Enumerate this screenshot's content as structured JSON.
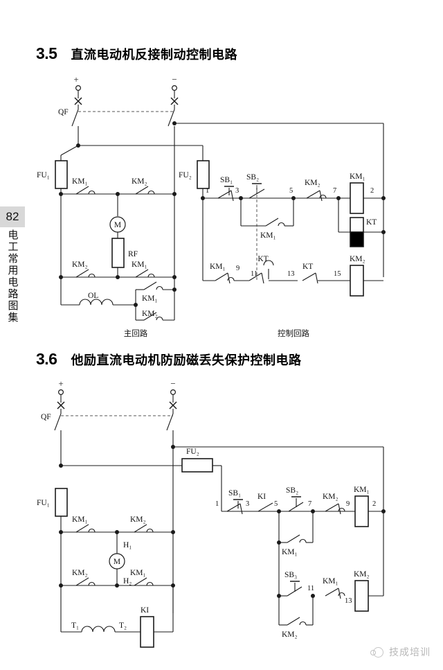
{
  "page": {
    "number": "82",
    "book_title": "电工常用电路图集"
  },
  "watermark": {
    "text": "技成培训",
    "logo_icon": "cloud-logo-icon"
  },
  "sections": [
    {
      "id": "3.5",
      "number": "3.5",
      "title": "直流电动机反接制动控制电路",
      "diagram": {
        "type": "ladder-schematic",
        "subcaptions": [
          "主回路",
          "控制回路"
        ],
        "supply": {
          "positive": "+",
          "negative": "−",
          "breaker": "QF"
        },
        "main_circuit": {
          "fuses": [
            "FU₁",
            "FU₂"
          ],
          "row1_contacts": [
            "KM₁",
            "KM₂"
          ],
          "row2_contacts": [
            "KM₂",
            "KM₁"
          ],
          "motor": "M",
          "resistor": "RF",
          "overload_coil": "OL",
          "bypass_contacts": [
            "KM₁",
            "KM₂"
          ]
        },
        "control_circuit": {
          "rung1": {
            "nodes": [
              "1",
              "3",
              "5",
              "7",
              "2"
            ],
            "elements": [
              "SB₁",
              "SB₂",
              "KM₂",
              "KM₁"
            ],
            "seal_in": "KM₁",
            "timer_coil": "KT"
          },
          "rung2": {
            "nodes": [
              "9",
              "11",
              "13",
              "15"
            ],
            "elements": [
              "KM₁",
              "KT",
              "KT",
              "KM₂"
            ]
          }
        }
      }
    },
    {
      "id": "3.6",
      "number": "3.6",
      "title": "他励直流电动机防励磁丢失保护控制电路",
      "diagram": {
        "type": "ladder-schematic",
        "supply": {
          "positive": "+",
          "negative": "−",
          "breaker": "QF"
        },
        "main_circuit": {
          "fuses": [
            "FU₁",
            "FU₂"
          ],
          "row1_contacts": [
            "KM₁",
            "KM₂"
          ],
          "row2_contacts": [
            "KM₂",
            "KM₁"
          ],
          "motor": "M",
          "motor_terminals": [
            "H₁",
            "H₂"
          ],
          "field_terminals": [
            "T₁",
            "T₂"
          ],
          "field_relay": "KI"
        },
        "control_circuit": {
          "rung1": {
            "nodes": [
              "1",
              "3",
              "5",
              "7",
              "9",
              "2"
            ],
            "elements": [
              "SB₁",
              "KI",
              "SB₂",
              "KM₂",
              "KM₁"
            ],
            "seal_in": "KM₁"
          },
          "rung2": {
            "nodes": [
              "11",
              "13"
            ],
            "elements": [
              "SB₃",
              "KM₁",
              "KM₂"
            ],
            "seal_in": "KM₂"
          }
        }
      }
    }
  ]
}
